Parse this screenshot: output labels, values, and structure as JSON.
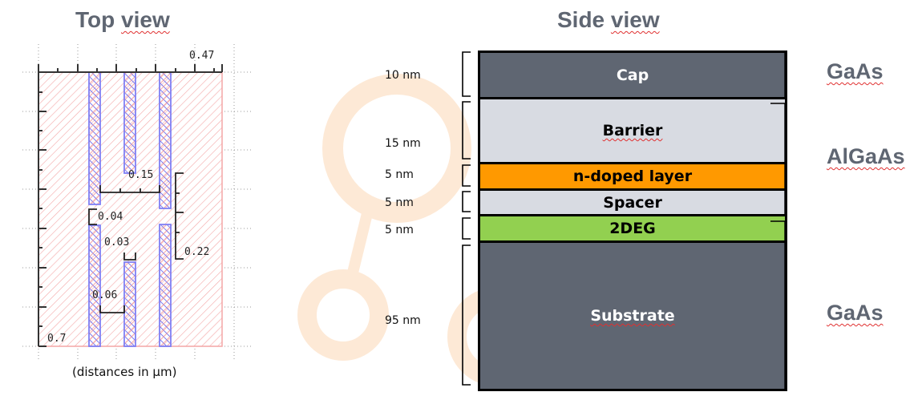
{
  "top_view": {
    "title_word1": "Top",
    "title_word2": "view",
    "caption": "(distances in µm)",
    "dimensions": {
      "width": "0.47",
      "height": "0.7",
      "gate_gap_horizontal": "0.15",
      "left_gap": "0.04",
      "center_gap": "0.03",
      "bottom_gap": "0.06",
      "right_span": "0.22"
    },
    "colors": {
      "substrate_hatch": "#f4a6a6",
      "gate_hatch": "#7b7bf0",
      "ruler": "#333333"
    }
  },
  "side_view": {
    "title_word1": "Side",
    "title_word2": "view",
    "layers": [
      {
        "name": "Cap",
        "thickness": "10 nm",
        "color": "#5f6672",
        "text_color": "#ffffff"
      },
      {
        "name": "Barrier",
        "thickness": "15 nm",
        "color": "#d8dbe2",
        "text_color": "#000000"
      },
      {
        "name": "n-doped layer",
        "thickness": "5 nm",
        "color": "#ff9900",
        "text_color": "#000000"
      },
      {
        "name": "Spacer",
        "thickness": "5 nm",
        "color": "#d8dbe2",
        "text_color": "#000000"
      },
      {
        "name": "2DEG",
        "thickness": "5 nm",
        "color": "#92d050",
        "text_color": "#000000"
      },
      {
        "name": "Substrate",
        "thickness": "95 nm",
        "color": "#5f6672",
        "text_color": "#ffffff"
      }
    ],
    "materials": [
      {
        "label": "GaAs",
        "spans": "Cap"
      },
      {
        "label": "AlGaAs",
        "spans": "Barrier, n-doped layer, Spacer"
      },
      {
        "label": "GaAs",
        "spans": "2DEG, Substrate"
      }
    ],
    "watermark_color": "#fde9d6"
  }
}
